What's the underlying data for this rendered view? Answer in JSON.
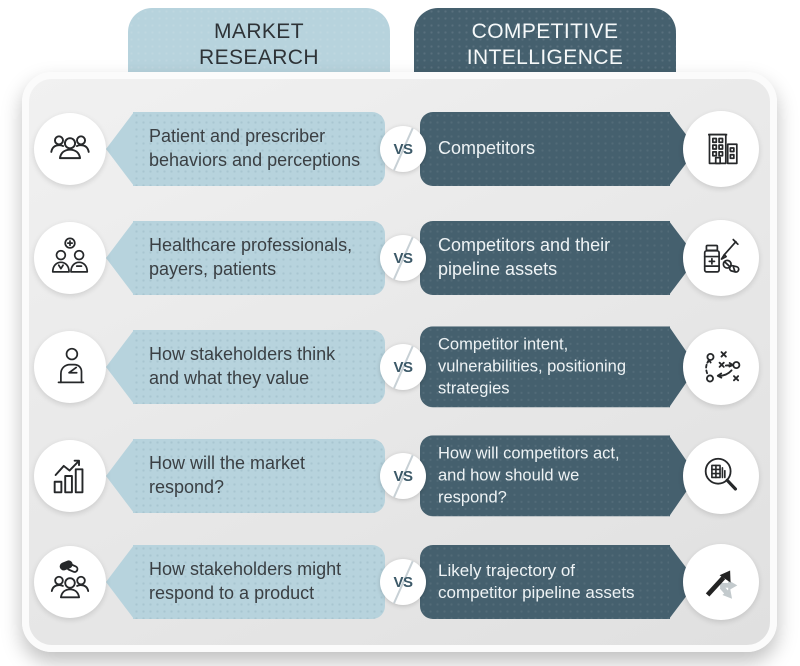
{
  "header": {
    "left_tab": "MARKET\nRESEARCH",
    "right_tab": "COMPETITIVE\nINTELLIGENCE"
  },
  "vs_label": "VS",
  "colors": {
    "light_accent": "#b7d3dd",
    "dark_accent": "#45606e",
    "panel_gray": "#e9e9e9",
    "vs_text": "#3c5968"
  },
  "rows": [
    {
      "left": {
        "icon": "people-group-icon",
        "text": "Patient and prescriber\nbehaviors and perceptions"
      },
      "right": {
        "icon": "buildings-icon",
        "text": "Competitors"
      }
    },
    {
      "left": {
        "icon": "medical-staff-icon",
        "text": "Healthcare professionals,\npayers, patients"
      },
      "right": {
        "icon": "medicine-assets-icon",
        "text": "Competitors and their\npipeline assets"
      }
    },
    {
      "left": {
        "icon": "thinking-person-icon",
        "text": "How stakeholders think\nand what they value"
      },
      "right": {
        "icon": "strategy-plan-icon",
        "text": "Competitor intent,\nvulnerabilities, positioning\nstrategies"
      }
    },
    {
      "left": {
        "icon": "growth-chart-icon",
        "text": "How will the market\nrespond?"
      },
      "right": {
        "icon": "market-analysis-icon",
        "text": "How will competitors act,\nand how should we\nrespond?"
      }
    },
    {
      "left": {
        "icon": "audience-product-icon",
        "text": "How stakeholders might\nrespond to a product"
      },
      "right": {
        "icon": "trajectory-arrows-icon",
        "text": "Likely trajectory of\ncompetitor pipeline assets"
      }
    }
  ]
}
